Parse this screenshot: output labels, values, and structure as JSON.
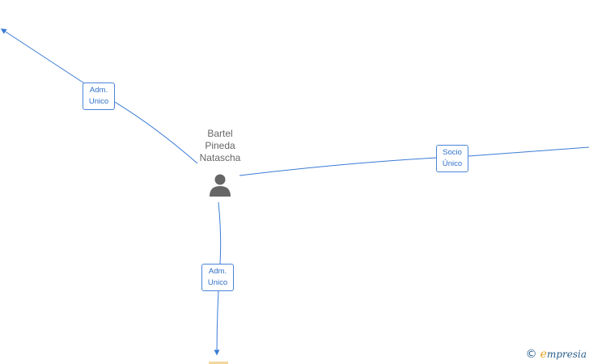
{
  "person": {
    "name_lines": [
      "Bartel",
      "Pineda",
      "Natascha"
    ],
    "icon": "person-icon"
  },
  "edges": [
    {
      "id": "edge-adm-unico-top",
      "label_lines": [
        "Adm.",
        "Unico"
      ]
    },
    {
      "id": "edge-socio-unico",
      "label_lines": [
        "Socio",
        "Único"
      ]
    },
    {
      "id": "edge-adm-unico-bottom",
      "label_lines": [
        "Adm.",
        "Unico"
      ]
    }
  ],
  "watermark": {
    "copyright_symbol": "©",
    "brand_initial": "e",
    "brand_rest": "mpresia"
  },
  "colors": {
    "edge": "#4a86d8",
    "node_icon": "#666666",
    "label_text": "#2f6fc9"
  }
}
